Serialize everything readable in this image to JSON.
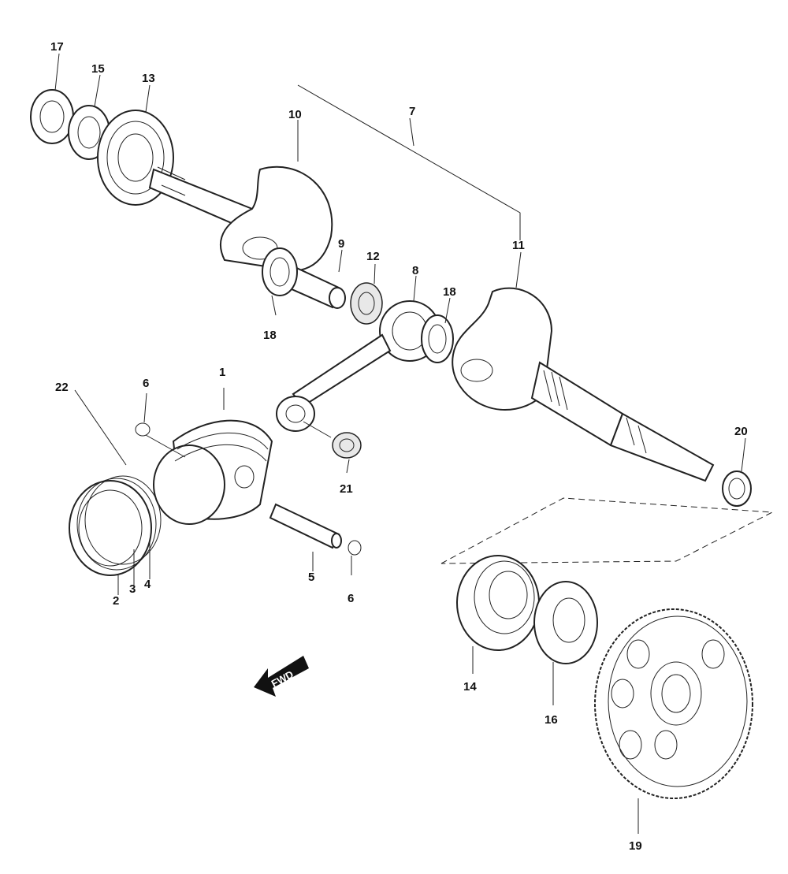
{
  "labels": {
    "p1": "1",
    "p2": "2",
    "p3": "3",
    "p4": "4",
    "p5": "5",
    "p6a": "6",
    "p6b": "6",
    "p7": "7",
    "p8": "8",
    "p9": "9",
    "p10": "10",
    "p11": "11",
    "p12": "12",
    "p13": "13",
    "p14": "14",
    "p15": "15",
    "p16": "16",
    "p17": "17",
    "p18a": "18",
    "p18b": "18",
    "p19": "19",
    "p20": "20",
    "p21": "21",
    "p22": "22"
  },
  "fwd_label": "FWD",
  "icons": {
    "fwd": "fwd-arrow-icon"
  }
}
